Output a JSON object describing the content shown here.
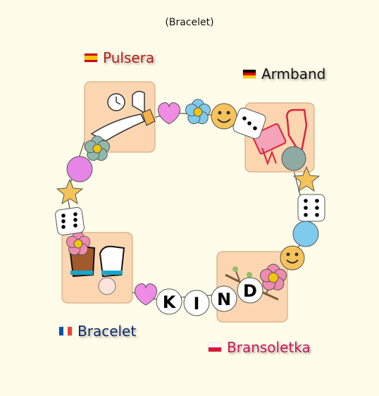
{
  "title": "(Bracelet)",
  "languages": {
    "es": {
      "word": "Pulsera",
      "color": "#b71c1c",
      "flag": [
        "#c60b1e",
        "#ffc400",
        "#c60b1e"
      ]
    },
    "de": {
      "word": "Armband",
      "color": "#111111",
      "flag": [
        "#000000",
        "#dd0000",
        "#ffce00"
      ]
    },
    "fr": {
      "word": "Bracelet",
      "color": "#0b2a6b",
      "flag": [
        "#0055a4",
        "#ffffff",
        "#ef4135"
      ]
    },
    "pl": {
      "word": "Bransoletka",
      "color": "#c2185b",
      "flag": [
        "#ffffff",
        "#dc143c"
      ]
    }
  },
  "beads": {
    "letters": [
      "K",
      "I",
      "N",
      "D"
    ]
  },
  "icons": [
    "measuring-wrist-icon",
    "gift-bracelet-icon",
    "friendship-bracelets-icon",
    "twig-bracelet-icon",
    "heart-bead-icon",
    "flower-bead-icon",
    "star-bead-icon",
    "dice-bead-icon",
    "smiley-bead-icon"
  ]
}
